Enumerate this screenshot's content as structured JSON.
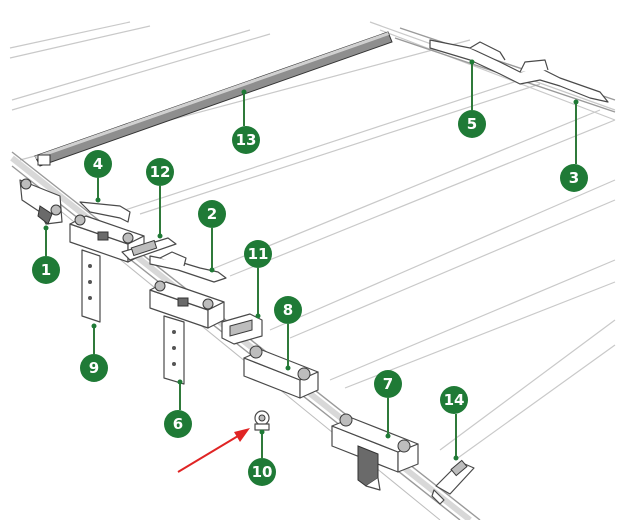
{
  "colors": {
    "badge": "#1f7a36",
    "arrow": "#e02424",
    "rail": "#c9c9c9",
    "part_outline": "#4a4a4a"
  },
  "callouts": [
    {
      "label": "1"
    },
    {
      "label": "2"
    },
    {
      "label": "3"
    },
    {
      "label": "4"
    },
    {
      "label": "5"
    },
    {
      "label": "6"
    },
    {
      "label": "7"
    },
    {
      "label": "8"
    },
    {
      "label": "9"
    },
    {
      "label": "10"
    },
    {
      "label": "11"
    },
    {
      "label": "12"
    },
    {
      "label": "13"
    },
    {
      "label": "14"
    }
  ]
}
